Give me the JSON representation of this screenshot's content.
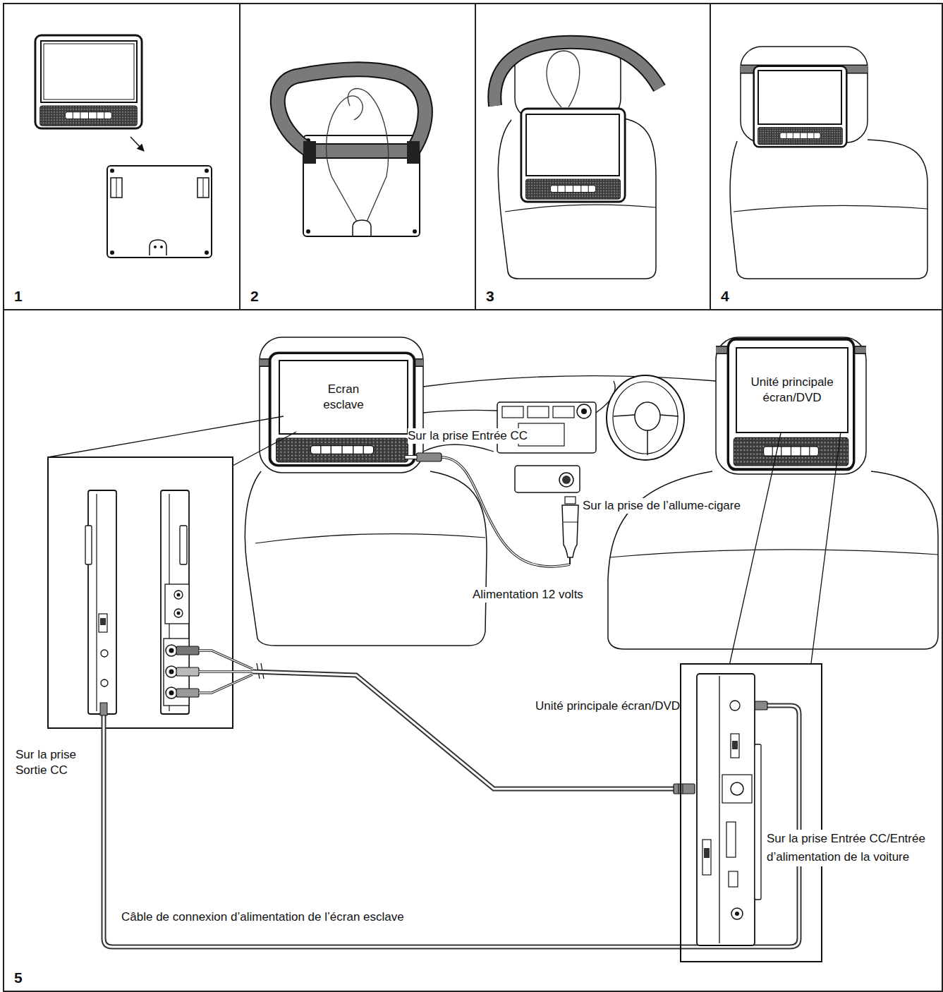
{
  "diagram": {
    "nodes": [
      {
        "text": [
          "1"
        ]
      },
      {
        "text": [
          "2"
        ]
      },
      {
        "text": [
          "3"
        ]
      },
      {
        "text": [
          "4"
        ]
      },
      {
        "text": [
          "5"
        ]
      },
      {
        "text": [
          "Ecran esclave"
        ],
        "in": 4
      },
      {
        "text": [
          "Unité principale écran/DVD"
        ],
        "in": 4
      },
      {
        "text": [
          "Unité principale écran/DVD"
        ],
        "in": 4
      }
    ],
    "edges": [
      {
        "from": 6,
        "to": 7,
        "arrow": "none"
      }
    ],
    "labels": [
      "Sur la prise Entrée CC",
      "Sur la prise de l’allume-cigare",
      "Alimentation 12 volts",
      "Sur la prise Sortie CC",
      "Sur la prise Entrée CC/Entrée d’alimentation de la voiture",
      "Câble de connexion d’alimentation de l’écran esclave"
    ]
  }
}
